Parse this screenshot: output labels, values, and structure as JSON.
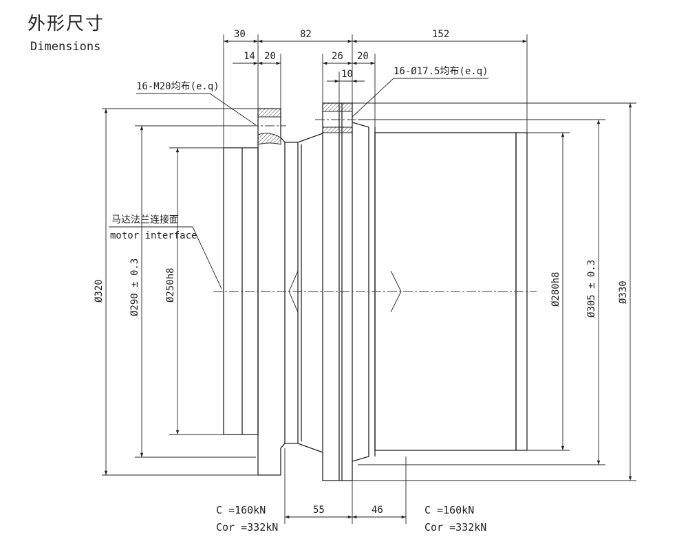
{
  "header": {
    "title_zh": "外形尺寸",
    "title_en": "Dimensions"
  },
  "dimensions": {
    "top": {
      "d30": "30",
      "d82": "82",
      "d152": "152",
      "d14": "14",
      "d20a": "20",
      "d26": "26",
      "d20b": "20",
      "d10": "10"
    },
    "bottom": {
      "d55": "55",
      "d46": "46"
    },
    "vertical": {
      "phi320": "Ø320",
      "phi290": "Ø290 ± 0.3",
      "phi250": "Ø250h8",
      "phi280": "Ø280h8",
      "phi305": "Ø305 ± 0.3",
      "phi330": "Ø330"
    }
  },
  "annotations": {
    "bolt_left": "16-M20均布(e.q)",
    "bolt_right": "16-Ø17.5均布(e.q)",
    "motor_zh": "马达法兰连接面",
    "motor_en": "motor interface"
  },
  "loads": {
    "left": {
      "c": "C =160kN",
      "cor": "Cor =332kN"
    },
    "right": {
      "c": "C =160kN",
      "cor": "Cor =332kN"
    }
  }
}
